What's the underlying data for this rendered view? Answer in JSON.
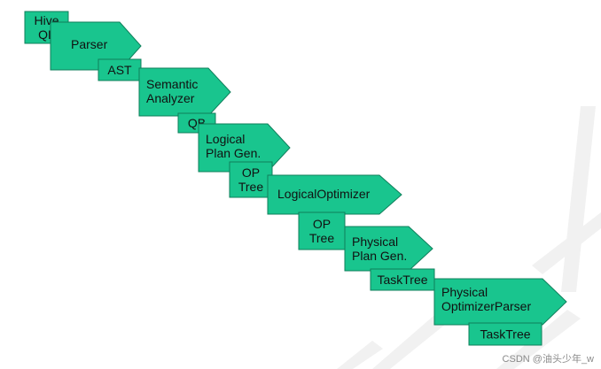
{
  "colors": {
    "fill": "#19c58e",
    "stroke": "#0f7f5b",
    "text": "#111111",
    "background_marks": "#f1f1f1"
  },
  "diagram": {
    "nodes": [
      {
        "id": "hive-ql",
        "kind": "box",
        "lines": [
          "Hive",
          "QL"
        ]
      },
      {
        "id": "parser",
        "kind": "step",
        "lines": [
          "Parser"
        ]
      },
      {
        "id": "ast",
        "kind": "box",
        "lines": [
          "AST"
        ]
      },
      {
        "id": "semantic-analyzer",
        "kind": "step",
        "lines": [
          "Semantic",
          "Analyzer"
        ]
      },
      {
        "id": "qb",
        "kind": "box",
        "lines": [
          "QB"
        ]
      },
      {
        "id": "logical-plan-gen",
        "kind": "step",
        "lines": [
          "Logical",
          "Plan Gen."
        ]
      },
      {
        "id": "op-tree-1",
        "kind": "box",
        "lines": [
          "OP",
          "Tree"
        ]
      },
      {
        "id": "logical-optimizer",
        "kind": "step",
        "lines": [
          "LogicalOptimizer"
        ]
      },
      {
        "id": "op-tree-2",
        "kind": "box",
        "lines": [
          "OP",
          "Tree"
        ]
      },
      {
        "id": "physical-plan-gen",
        "kind": "step",
        "lines": [
          "Physical",
          "Plan Gen."
        ]
      },
      {
        "id": "tasktree-1",
        "kind": "box",
        "lines": [
          "TaskTree"
        ]
      },
      {
        "id": "physical-optimizer-parser",
        "kind": "step",
        "lines": [
          "Physical",
          "OptimizerParser"
        ]
      },
      {
        "id": "tasktree-2",
        "kind": "box",
        "lines": [
          "TaskTree"
        ]
      }
    ]
  },
  "watermark": "CSDN @油头少年_w"
}
